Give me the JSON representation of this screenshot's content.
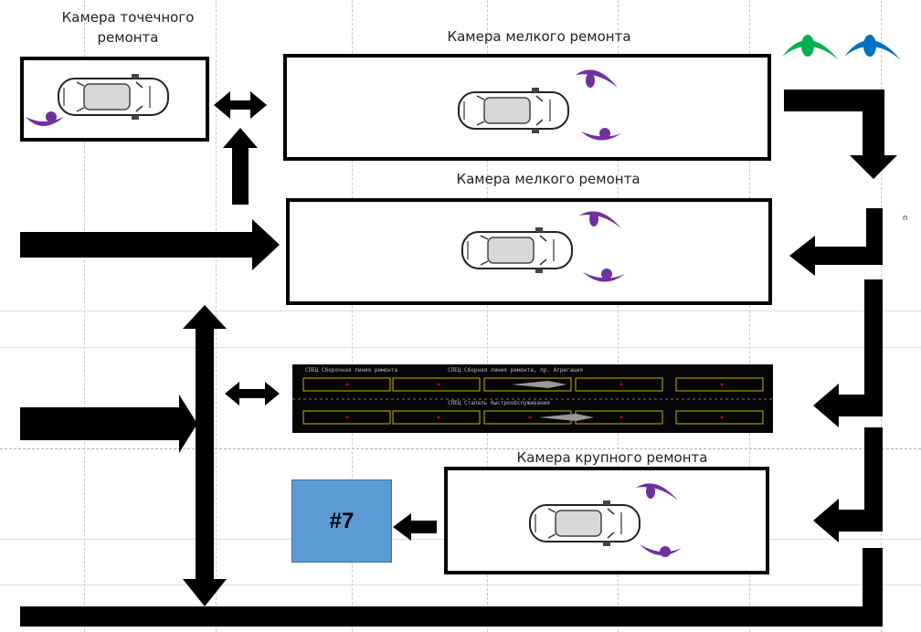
{
  "labels": {
    "spot_repair": "Камера точечного\nремонта",
    "small_repair_1": "Камера мелкого ремонта",
    "small_repair_2": "Камера мелкого ремонта",
    "major_repair": "Камера крупного ремонта"
  },
  "badge": {
    "text": "#7",
    "color": "#5b9bd5"
  },
  "lift_panel": {
    "line1": "СПЕЦ   Сборочная линия ремонта",
    "line2": "СПЕЦ   Сборная линия ремонта, пр. Агрегация",
    "line3": "СПЕЦ   Стапель быстрообслуживания"
  },
  "side_char": "п",
  "colors": {
    "worker": "#7030a0",
    "watcher_green": "#00b050",
    "watcher_blue": "#0070c0",
    "arrow": "#000000",
    "lift_lines": "#c8b400"
  }
}
